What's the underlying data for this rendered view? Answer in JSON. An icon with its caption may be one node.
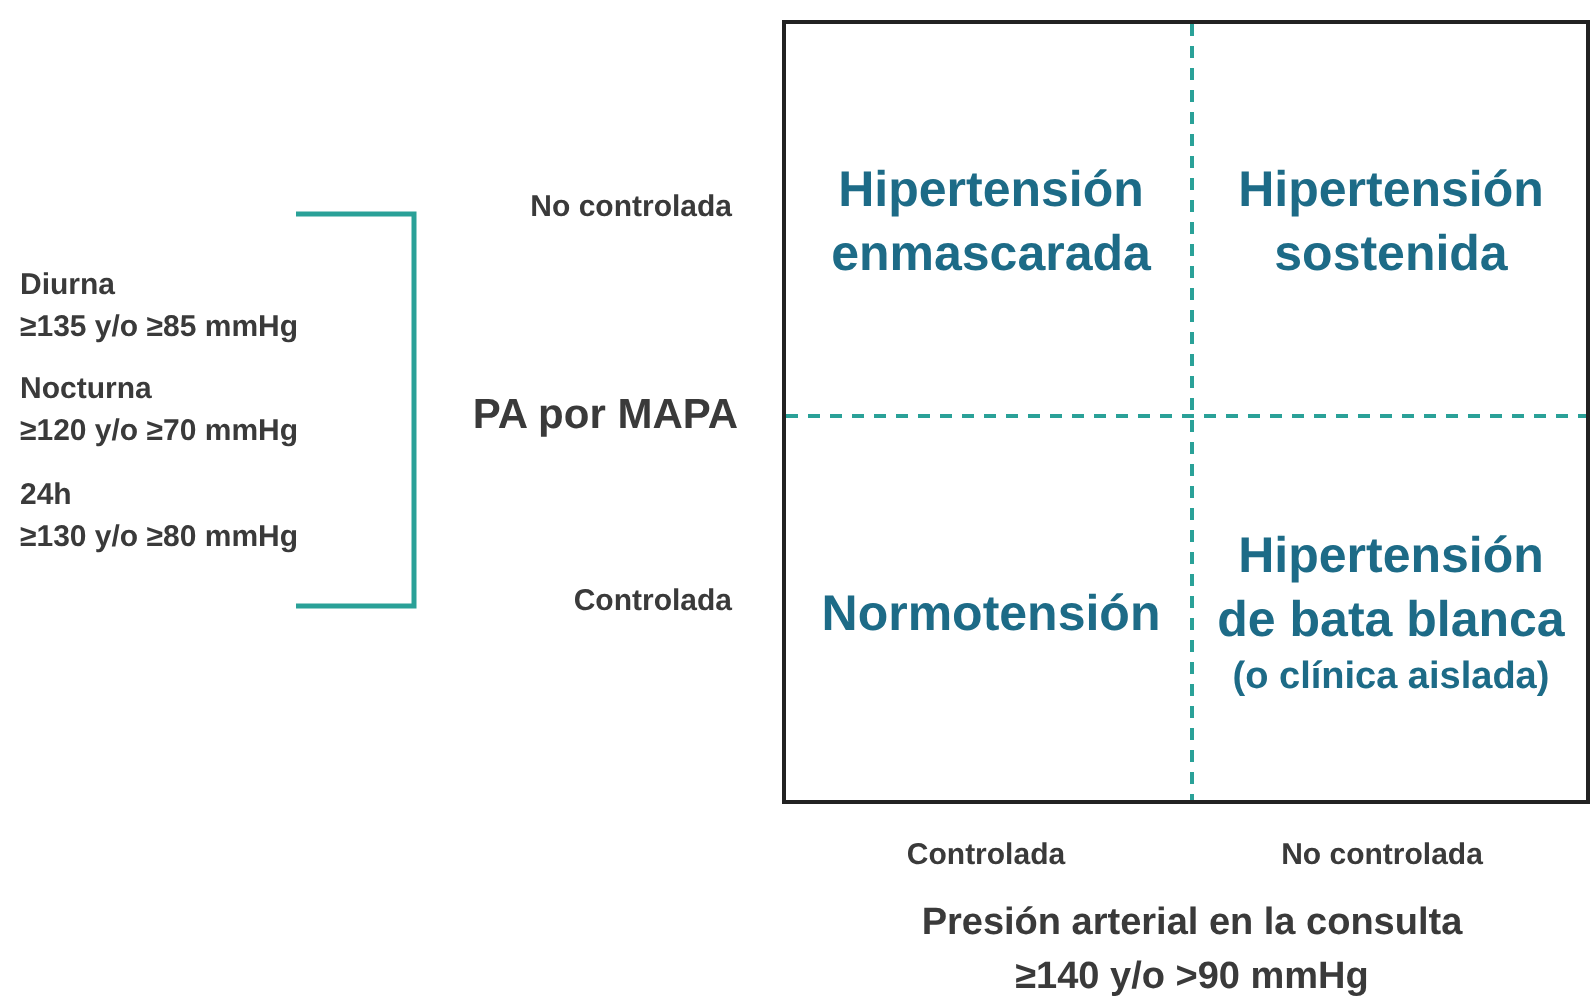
{
  "diagram": {
    "nodes": [
      {
        "text": [],
        "shape": "box"
      },
      {
        "text": [
          "Hipertensión enmascarada"
        ],
        "in": 0
      },
      {
        "text": [
          "Hipertensión sostenida"
        ],
        "in": 0
      },
      {
        "text": [
          "Normotensión"
        ],
        "in": 0
      },
      {
        "text": [
          "Hipertensión de bata blanca",
          "(o clínica aislada)"
        ],
        "in": 0
      }
    ],
    "edges": [],
    "labels": [
      "No controlada",
      "Diurna",
      "≥135 y/o ≥85 mmHg",
      "Nocturna",
      "≥120 y/o ≥70 mmHg",
      "PA por MAPA",
      "24h",
      "≥130 y/o ≥80 mmHg",
      "Controlada",
      "Controlada",
      "No controlada",
      "Presión arterial en la consulta ≥140 y/o >90 mmHg"
    ]
  }
}
